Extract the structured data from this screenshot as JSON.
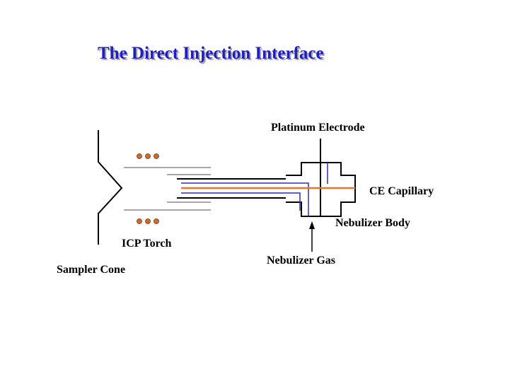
{
  "title": "The Direct Injection Interface",
  "labels": {
    "platinum_electrode": "Platinum Electrode",
    "ce_capillary": "CE Capillary",
    "nebulizer_body": "Nebulizer Body",
    "icp_torch": "ICP Torch",
    "nebulizer_gas": "Nebulizer Gas",
    "sampler_cone": "Sampler Cone"
  },
  "colors": {
    "title": "#1f1fbf",
    "capillary": "#e8782c",
    "inner_tube": "#2e2eb0",
    "coil_dots": "#d06a24"
  }
}
